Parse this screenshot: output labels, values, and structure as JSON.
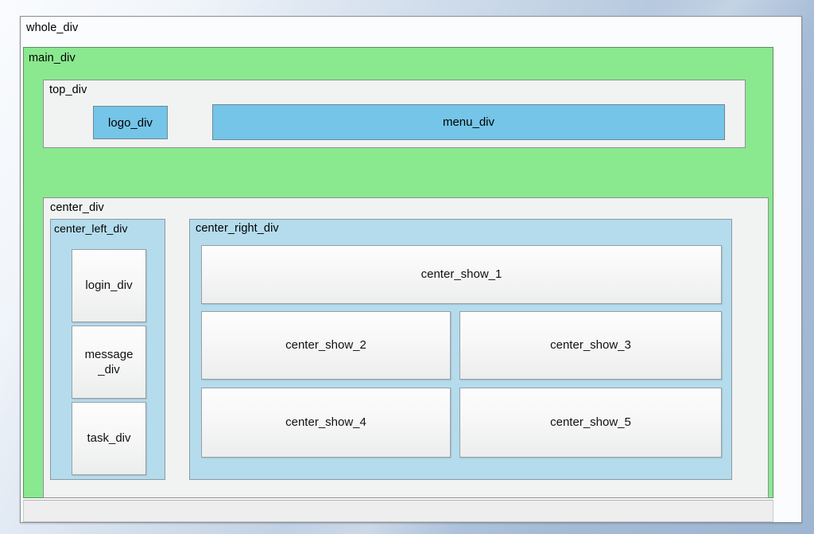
{
  "diagram": {
    "type": "nested-box-layout",
    "title_text": "whole_div",
    "colors": {
      "desktop_background": "#b0c4dc",
      "whole_div_fill": "#fbfcfd",
      "main_div_fill": "#8ae88f",
      "section_fill": "#f1f2f2",
      "accent_blue": "#74c5e8",
      "panel_container_fill": "#b4dced",
      "panel_fill": "#f7f7f7",
      "border": "#7b7f84",
      "text": "#000000"
    }
  },
  "whole_div": {
    "label": "whole_div"
  },
  "main_div": {
    "label": "main_div"
  },
  "top_div": {
    "label": "top_div",
    "logo_div": {
      "label": "logo_div"
    },
    "menu_div": {
      "label": "menu_div"
    }
  },
  "center_div": {
    "label": "center_div",
    "center_left_div": {
      "label": "center_left_div",
      "items": [
        {
          "label": "login_div"
        },
        {
          "label": "message\n_div",
          "line1": "message",
          "line2": "_div"
        },
        {
          "label": "task_div"
        }
      ]
    },
    "center_right_div": {
      "label": "center_right_div",
      "items": [
        {
          "label": "center_show_1"
        },
        {
          "label": "center_show_2"
        },
        {
          "label": "center_show_3"
        },
        {
          "label": "center_show_4"
        },
        {
          "label": "center_show_5"
        }
      ]
    }
  },
  "footer": {
    "label": ""
  }
}
